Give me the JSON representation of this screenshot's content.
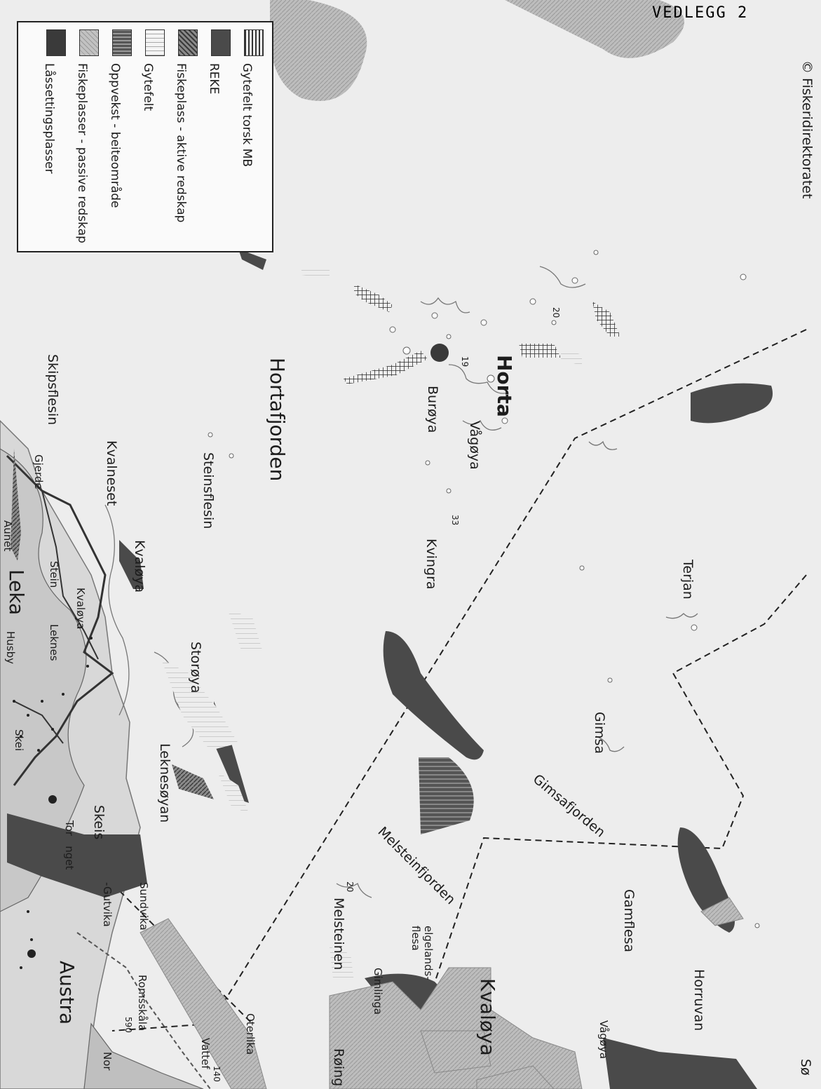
{
  "header": {
    "attachment": "VEDLEGG 2",
    "copyright": "© Fiskeridirektoratet"
  },
  "legend": {
    "items": [
      {
        "label": "Gytefelt torsk MB",
        "pattern": "vlines"
      },
      {
        "label": "REKE",
        "pattern": "solid-dark"
      },
      {
        "label": "Fiskeplass - aktive redskap",
        "pattern": "hatch-mid"
      },
      {
        "label": "Gytefelt",
        "pattern": "thin-lines"
      },
      {
        "label": "Oppvekst - beiteområde",
        "pattern": "hlines"
      },
      {
        "label": "Fiskeplasser - passive redskap",
        "pattern": "light-hatch"
      },
      {
        "label": "Låssettingsplasser",
        "pattern": "solid-darkest"
      }
    ]
  },
  "places": {
    "hortafjorden": "Hortafjorden",
    "horta": "Horta",
    "vagoya": "Vågøya",
    "buroya": "Burøya",
    "kvingra": "Kvingra",
    "terjan": "Terjan",
    "gimsa": "Gimsa",
    "gimsafjorden": "Gimsafjorden",
    "gamflesa": "Gamflesa",
    "horruvan": "Horruvan",
    "melsteinfjorden": "Melsteinfjorden",
    "melsteinen": "Melsteinen",
    "helgelandsflesa": "elgelands-\nflesa",
    "gimlinga": "Gimlinga",
    "kvaloya_east": "Kvaløya",
    "vagoya_east": "Vågøya",
    "soer": "Sø",
    "steinsflesin": "Steinsflesin",
    "storoya": "Storøya",
    "leknesoyan": "Leknesøyan",
    "kvalneset": "Kvalneset",
    "kvaloya_west": "Kvaløya",
    "skipsflesin": "Skipsflesin",
    "gjerde": "Gjerde",
    "stein": "Stein",
    "kvaloya_small": "Kvaløya",
    "leknes": "Leknes",
    "leka": "Leka",
    "husby": "Husby",
    "skei": "Skei",
    "skeis": "Skeis",
    "tonnget": "Tor   nget",
    "gutvika": "-Gutvika",
    "sundvika": "Sundvika",
    "romsskala": "Romsskåla",
    "austra": "Austra",
    "oterlika": "Oterlika",
    "vattef": "Vattef",
    "roing": "Røing",
    "nor": "Nor",
    "aunet": "Aunet",
    "depth_19": "19",
    "depth_20a": "20",
    "depth_20b": "20",
    "depth_33": "33",
    "depth_140": "140",
    "depth_590": "590"
  },
  "colors": {
    "water": "#ededed",
    "zone_dark": "#4a4a4a",
    "zone_light": "#b9b9b9",
    "boundary": "#222222"
  }
}
